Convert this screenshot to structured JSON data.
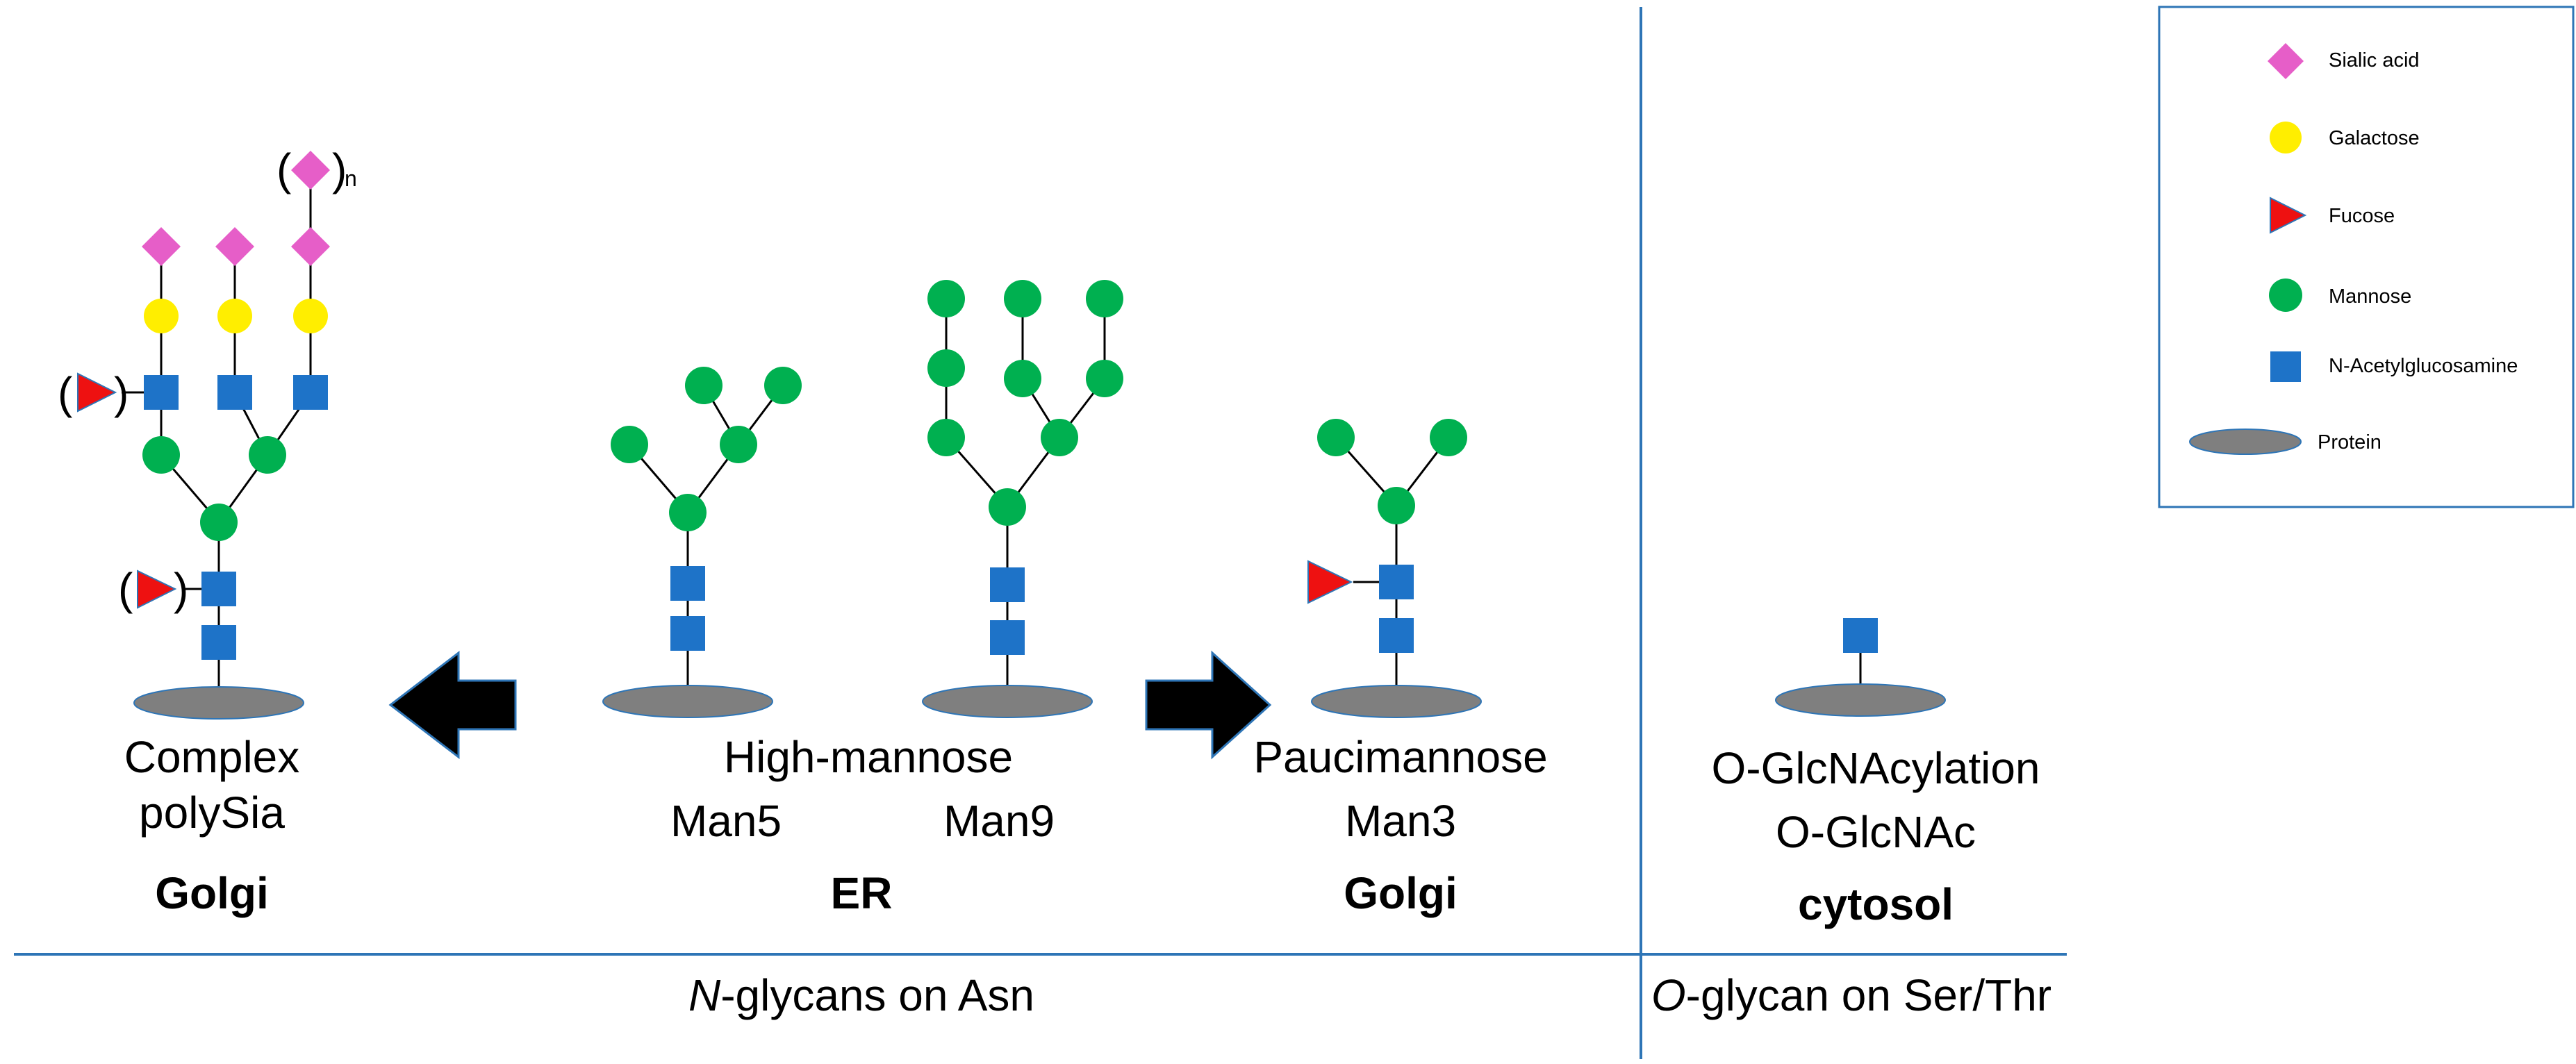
{
  "legend": {
    "sialic_acid": "Sialic acid",
    "galactose": "Galactose",
    "fucose": "Fucose",
    "mannose": "Mannose",
    "glcnac": "N-Acetylglucosamine",
    "protein": "Protein"
  },
  "structures": {
    "complex": {
      "line1": "Complex",
      "line2": "polySia",
      "location": "Golgi",
      "fuc_paren_open": "(",
      "fuc_paren_close": ")",
      "sia_paren_open": "(",
      "sia_paren_close": ")",
      "sia_subscript": "n"
    },
    "high_mannose": {
      "title": "High-mannose",
      "man5": "Man5",
      "man9": "Man9",
      "location": "ER"
    },
    "paucimannose": {
      "line1": "Paucimannose",
      "line2": "Man3",
      "location": "Golgi"
    },
    "o_glcnac": {
      "line1": "O-GlcNAcylation",
      "line2": "O-GlcNAc",
      "location": "cytosol"
    }
  },
  "footer": {
    "n_italic": "N",
    "n_rest": "-glycans on Asn",
    "o_italic": "O",
    "o_rest": "-glycan on Ser/Thr"
  },
  "colors": {
    "sialic_acid": "#e65ec8",
    "galactose": "#ffee00",
    "fucose": "#ee1111",
    "mannose": "#00b050",
    "glcnac": "#1e73c8",
    "protein": "#7f7f7f",
    "divider": "#2e75b6",
    "arrow": "#000000"
  }
}
